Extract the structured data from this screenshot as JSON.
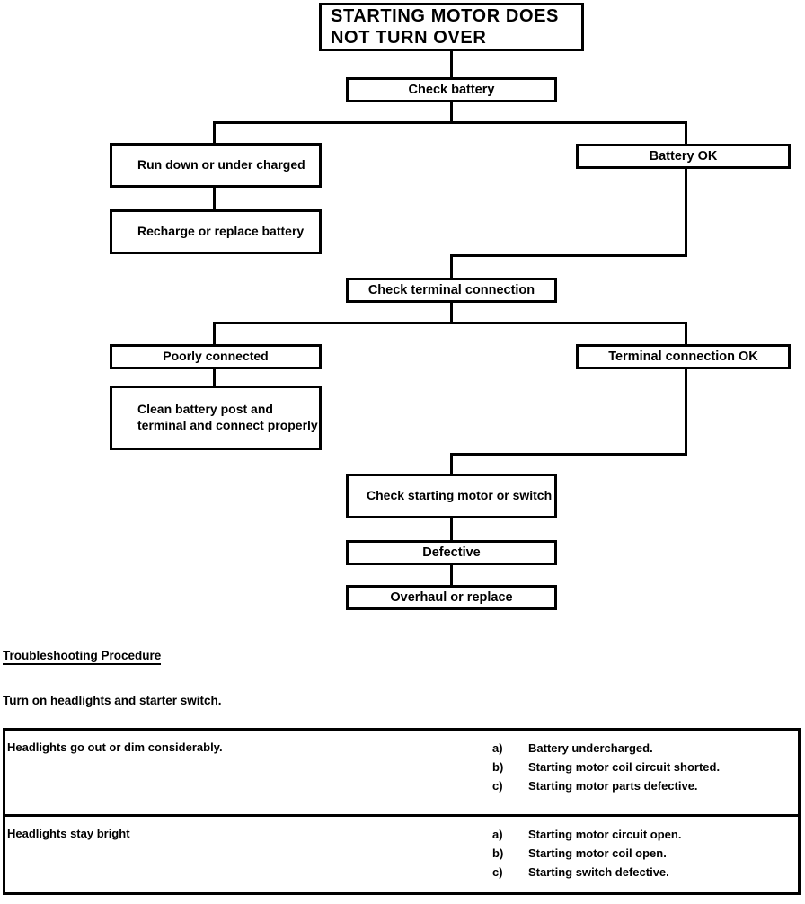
{
  "flowchart": {
    "nodes": [
      {
        "id": "title",
        "label": "STARTING MOTOR DOES NOT TURN OVER"
      },
      {
        "id": "check_battery",
        "label": "Check battery"
      },
      {
        "id": "run_down",
        "label": "Run down or under charged"
      },
      {
        "id": "recharge",
        "label": "Recharge or replace battery"
      },
      {
        "id": "battery_ok",
        "label": "Battery    OK"
      },
      {
        "id": "check_terminal",
        "label": "Check terminal connection"
      },
      {
        "id": "poorly",
        "label": "Poorly connected"
      },
      {
        "id": "clean",
        "label": "Clean battery post and terminal and connect properly"
      },
      {
        "id": "terminal_ok",
        "label": "Terminal connection   OK"
      },
      {
        "id": "check_motor",
        "label": "Check starting motor or switch"
      },
      {
        "id": "defective",
        "label": "Defective"
      },
      {
        "id": "overhaul",
        "label": "Overhaul or replace"
      }
    ]
  },
  "procedure": {
    "heading": "Troubleshooting Procedure",
    "instruction": "Turn on headlights and starter switch."
  },
  "table": {
    "rows": [
      {
        "symptom": "Headlights go out or dim considerably.",
        "causes": [
          {
            "marker": "a)",
            "text": "Battery undercharged."
          },
          {
            "marker": "b)",
            "text": "Starting motor coil circuit shorted."
          },
          {
            "marker": "c)",
            "text": "Starting motor parts defective."
          }
        ]
      },
      {
        "symptom": "Headlights stay bright",
        "causes": [
          {
            "marker": "a)",
            "text": "Starting motor circuit open."
          },
          {
            "marker": "b)",
            "text": "Starting motor coil open."
          },
          {
            "marker": "c)",
            "text": "Starting switch defective."
          }
        ]
      }
    ]
  },
  "colors": {
    "ink": "#000000",
    "paper": "#ffffff"
  }
}
